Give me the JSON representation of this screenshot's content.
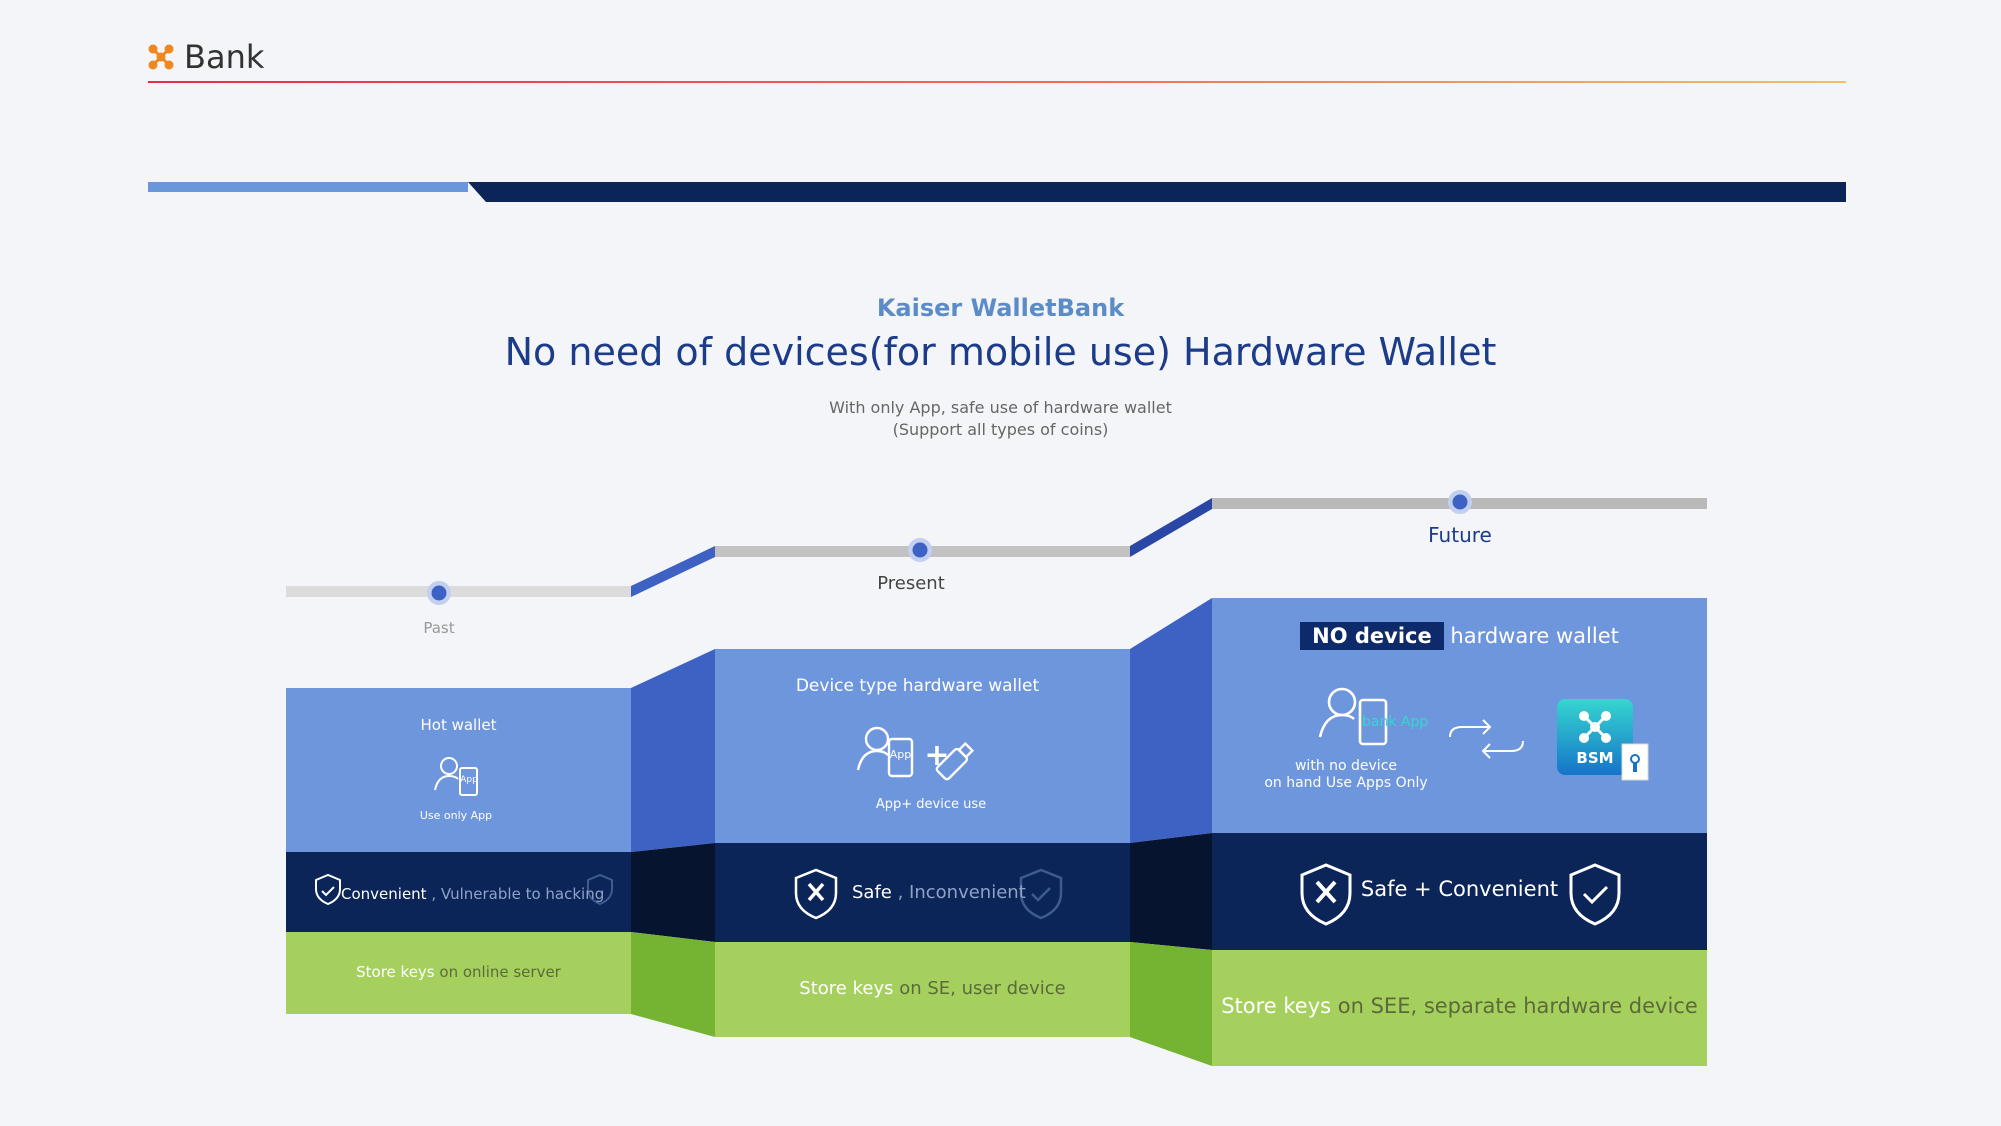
{
  "header": {
    "brand": "Bank",
    "logo_icon": "cross-dots-logo-icon",
    "accent": "#f0871f"
  },
  "heading": {
    "pre_title": "Kaiser WalletBank",
    "title": "No need of devices(for mobile use) Hardware Wallet",
    "subtitle_line1": "With only App, safe use of hardware wallet",
    "subtitle_line2": "(Support all types of coins)"
  },
  "colors": {
    "panel_blue": "#6e96dc",
    "side_blue": "#3d62c3",
    "navy": "#0b2559",
    "dark_side": "#071734",
    "green": "#a5d05e",
    "green_side": "#75b432"
  },
  "timeline": {
    "past": "Past",
    "present": "Present",
    "future": "Future"
  },
  "past": {
    "title": "Hot wallet",
    "icon_app": "App",
    "caption": "Use only App",
    "trait_main": "Convenient",
    "trait_rest": " , Vulnerable to hacking",
    "store_a": "Store  keys",
    "store_b": " on online server"
  },
  "present": {
    "title": "Device type hardware wallet",
    "icon_app": "App",
    "plus": "+",
    "caption": "App+ device use",
    "trait_main": "Safe",
    "trait_rest": " , Inconvenient",
    "store_a": "Store keys",
    "store_b": " on SE, user device"
  },
  "future": {
    "title_badge": "NO device",
    "title_rest": " hardware wallet",
    "icon_label": "bank App",
    "caption_line1": "with no device",
    "caption_line2": "on hand Use Apps Only",
    "bsm": "BSM",
    "trait": "Safe + Convenient",
    "store_a": "Store keys",
    "store_b": " on SEE, separate hardware device"
  }
}
